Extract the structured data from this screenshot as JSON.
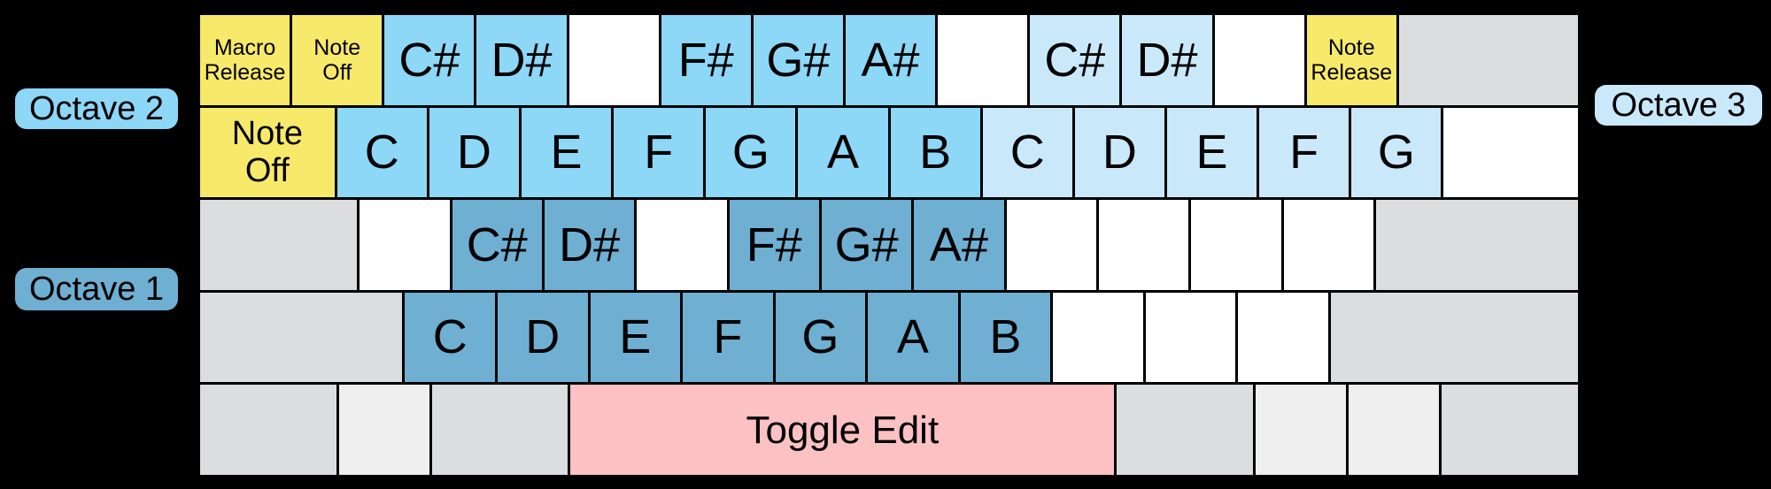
{
  "colors": {
    "yellow": "#F7E96A",
    "blue_medium": "#8DD7F7",
    "blue_light": "#C9E9FB",
    "blue_dark": "#6FAFD2",
    "pink": "#FBC1C3",
    "gray": "#DCDDDE",
    "gray_light": "#EFEFF0",
    "white": "#FFFFFF",
    "background": "#000000",
    "text": "#000000"
  },
  "labels": {
    "octave_2": {
      "text": "Octave 2",
      "color": "blue_medium"
    },
    "octave_1": {
      "text": "Octave 1",
      "color": "blue_dark"
    },
    "octave_3": {
      "text": "Octave 3",
      "color": "blue_light"
    }
  },
  "keyboard": {
    "rows": [
      {
        "name": "number-row",
        "keys": [
          {
            "name": "key-backtick-macro-release",
            "label": "Macro\nRelease",
            "color": "yellow",
            "u": 1,
            "size": "small"
          },
          {
            "name": "key-1-note-off",
            "label": "Note\nOff",
            "color": "yellow",
            "u": 1,
            "size": "small"
          },
          {
            "name": "key-2-note-c-sharp-oct2",
            "label": "C#",
            "color": "blue_medium",
            "u": 1,
            "size": "big"
          },
          {
            "name": "key-3-note-d-sharp-oct2",
            "label": "D#",
            "color": "blue_medium",
            "u": 1,
            "size": "big"
          },
          {
            "name": "key-4-unmapped",
            "label": "",
            "color": "white",
            "u": 1,
            "size": "big"
          },
          {
            "name": "key-5-note-f-sharp-oct2",
            "label": "F#",
            "color": "blue_medium",
            "u": 1,
            "size": "big"
          },
          {
            "name": "key-6-note-g-sharp-oct2",
            "label": "G#",
            "color": "blue_medium",
            "u": 1,
            "size": "big"
          },
          {
            "name": "key-7-note-a-sharp-oct2",
            "label": "A#",
            "color": "blue_medium",
            "u": 1,
            "size": "big"
          },
          {
            "name": "key-8-unmapped",
            "label": "",
            "color": "white",
            "u": 1,
            "size": "big"
          },
          {
            "name": "key-9-note-c-sharp-oct3",
            "label": "C#",
            "color": "blue_light",
            "u": 1,
            "size": "big"
          },
          {
            "name": "key-0-note-d-sharp-oct3",
            "label": "D#",
            "color": "blue_light",
            "u": 1,
            "size": "big"
          },
          {
            "name": "key-minus-unmapped",
            "label": "",
            "color": "white",
            "u": 1,
            "size": "big"
          },
          {
            "name": "key-equals-note-release",
            "label": "Note\nRelease",
            "color": "yellow",
            "u": 1,
            "size": "small"
          },
          {
            "name": "key-backspace-filler",
            "label": "",
            "color": "gray",
            "u": 2,
            "size": "big"
          }
        ]
      },
      {
        "name": "qwerty-row",
        "keys": [
          {
            "name": "key-tab-note-off",
            "label": "Note\nOff",
            "color": "yellow",
            "u": 1.5,
            "size": "med"
          },
          {
            "name": "key-q-note-c-oct2",
            "label": "C",
            "color": "blue_medium",
            "u": 1,
            "size": "big"
          },
          {
            "name": "key-w-note-d-oct2",
            "label": "D",
            "color": "blue_medium",
            "u": 1,
            "size": "big"
          },
          {
            "name": "key-e-note-e-oct2",
            "label": "E",
            "color": "blue_medium",
            "u": 1,
            "size": "big"
          },
          {
            "name": "key-r-note-f-oct2",
            "label": "F",
            "color": "blue_medium",
            "u": 1,
            "size": "big"
          },
          {
            "name": "key-t-note-g-oct2",
            "label": "G",
            "color": "blue_medium",
            "u": 1,
            "size": "big"
          },
          {
            "name": "key-y-note-a-oct2",
            "label": "A",
            "color": "blue_medium",
            "u": 1,
            "size": "big"
          },
          {
            "name": "key-u-note-b-oct2",
            "label": "B",
            "color": "blue_medium",
            "u": 1,
            "size": "big"
          },
          {
            "name": "key-i-note-c-oct3",
            "label": "C",
            "color": "blue_light",
            "u": 1,
            "size": "big"
          },
          {
            "name": "key-o-note-d-oct3",
            "label": "D",
            "color": "blue_light",
            "u": 1,
            "size": "big"
          },
          {
            "name": "key-p-note-e-oct3",
            "label": "E",
            "color": "blue_light",
            "u": 1,
            "size": "big"
          },
          {
            "name": "key-lbracket-note-f-oct3",
            "label": "F",
            "color": "blue_light",
            "u": 1,
            "size": "big"
          },
          {
            "name": "key-rbracket-note-g-oct3",
            "label": "G",
            "color": "blue_light",
            "u": 1,
            "size": "big"
          },
          {
            "name": "key-backslash-unmapped",
            "label": "",
            "color": "white",
            "u": 1.5,
            "size": "big"
          }
        ]
      },
      {
        "name": "home-row",
        "keys": [
          {
            "name": "key-capslock-filler",
            "label": "",
            "color": "gray",
            "u": 1.75,
            "size": "big"
          },
          {
            "name": "key-a-unmapped",
            "label": "",
            "color": "white",
            "u": 1,
            "size": "big"
          },
          {
            "name": "key-s-note-c-sharp-oct1",
            "label": "C#",
            "color": "blue_dark",
            "u": 1,
            "size": "big"
          },
          {
            "name": "key-d-note-d-sharp-oct1",
            "label": "D#",
            "color": "blue_dark",
            "u": 1,
            "size": "big"
          },
          {
            "name": "key-f-unmapped",
            "label": "",
            "color": "white",
            "u": 1,
            "size": "big"
          },
          {
            "name": "key-g-note-f-sharp-oct1",
            "label": "F#",
            "color": "blue_dark",
            "u": 1,
            "size": "big"
          },
          {
            "name": "key-h-note-g-sharp-oct1",
            "label": "G#",
            "color": "blue_dark",
            "u": 1,
            "size": "big"
          },
          {
            "name": "key-j-note-a-sharp-oct1",
            "label": "A#",
            "color": "blue_dark",
            "u": 1,
            "size": "big"
          },
          {
            "name": "key-k-unmapped",
            "label": "",
            "color": "white",
            "u": 1,
            "size": "big"
          },
          {
            "name": "key-l-unmapped",
            "label": "",
            "color": "white",
            "u": 1,
            "size": "big"
          },
          {
            "name": "key-semicolon-unmapped",
            "label": "",
            "color": "white",
            "u": 1,
            "size": "big"
          },
          {
            "name": "key-quote-unmapped",
            "label": "",
            "color": "white",
            "u": 1,
            "size": "big"
          },
          {
            "name": "key-enter-filler",
            "label": "",
            "color": "gray",
            "u": 2.25,
            "size": "big"
          }
        ]
      },
      {
        "name": "shift-row",
        "keys": [
          {
            "name": "key-lshift-filler",
            "label": "",
            "color": "gray",
            "u": 2.25,
            "size": "big"
          },
          {
            "name": "key-z-note-c-oct1",
            "label": "C",
            "color": "blue_dark",
            "u": 1,
            "size": "big"
          },
          {
            "name": "key-x-note-d-oct1",
            "label": "D",
            "color": "blue_dark",
            "u": 1,
            "size": "big"
          },
          {
            "name": "key-c-note-e-oct1",
            "label": "E",
            "color": "blue_dark",
            "u": 1,
            "size": "big"
          },
          {
            "name": "key-v-note-f-oct1",
            "label": "F",
            "color": "blue_dark",
            "u": 1,
            "size": "big"
          },
          {
            "name": "key-b-note-g-oct1",
            "label": "G",
            "color": "blue_dark",
            "u": 1,
            "size": "big"
          },
          {
            "name": "key-n-note-a-oct1",
            "label": "A",
            "color": "blue_dark",
            "u": 1,
            "size": "big"
          },
          {
            "name": "key-m-note-b-oct1",
            "label": "B",
            "color": "blue_dark",
            "u": 1,
            "size": "big"
          },
          {
            "name": "key-comma-unmapped",
            "label": "",
            "color": "white",
            "u": 1,
            "size": "big"
          },
          {
            "name": "key-period-unmapped",
            "label": "",
            "color": "white",
            "u": 1,
            "size": "big"
          },
          {
            "name": "key-slash-unmapped",
            "label": "",
            "color": "white",
            "u": 1,
            "size": "big"
          },
          {
            "name": "key-rshift-filler",
            "label": "",
            "color": "gray",
            "u": 2.75,
            "size": "big"
          }
        ]
      },
      {
        "name": "bottom-row",
        "keys": [
          {
            "name": "key-lctrl-filler",
            "label": "",
            "color": "gray",
            "u": 1.5,
            "size": "big"
          },
          {
            "name": "key-lwin-filler",
            "label": "",
            "color": "gray_light",
            "u": 1,
            "size": "big"
          },
          {
            "name": "key-lalt-filler",
            "label": "",
            "color": "gray",
            "u": 1.5,
            "size": "big"
          },
          {
            "name": "key-space-toggle-edit",
            "label": "Toggle Edit",
            "color": "pink",
            "u": 6,
            "size": "space"
          },
          {
            "name": "key-ralt-filler",
            "label": "",
            "color": "gray",
            "u": 1.5,
            "size": "big"
          },
          {
            "name": "key-rwin-filler",
            "label": "",
            "color": "gray_light",
            "u": 1,
            "size": "big"
          },
          {
            "name": "key-menu-filler",
            "label": "",
            "color": "gray_light",
            "u": 1,
            "size": "big"
          },
          {
            "name": "key-rctrl-filler",
            "label": "",
            "color": "gray",
            "u": 1.5,
            "size": "big"
          }
        ]
      }
    ]
  }
}
